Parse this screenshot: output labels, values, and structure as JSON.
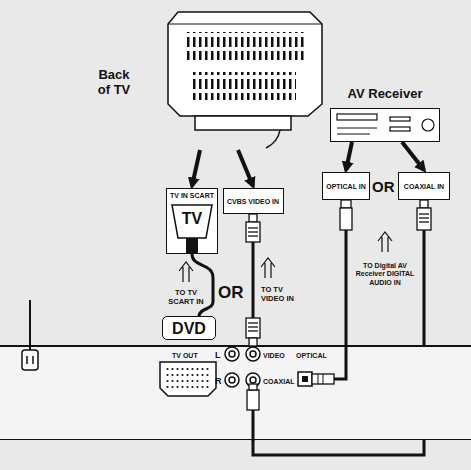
{
  "diagram": {
    "nodes": [
      {
        "text": [
          "Back of TV"
        ]
      },
      {
        "text": [
          "AV Receiver"
        ]
      },
      {
        "text": [
          "TV IN SCART",
          "TV"
        ]
      },
      {
        "text": [
          "CVBS VIDEO IN"
        ]
      },
      {
        "text": [
          "OPTICAL IN"
        ]
      },
      {
        "text": [
          "COAXIAL IN"
        ]
      },
      {
        "text": [
          "DVD"
        ]
      },
      {
        "text": [
          "TV OUT",
          "L",
          "R",
          "VIDEO",
          "COAXIAL",
          "OPTICAL"
        ]
      }
    ],
    "edges": [
      {
        "from": 0,
        "to": 2,
        "arrow": "to"
      },
      {
        "from": 0,
        "to": 3,
        "arrow": "to"
      },
      {
        "from": 1,
        "to": 4,
        "arrow": "to"
      },
      {
        "from": 1,
        "to": 5,
        "arrow": "to"
      },
      {
        "from": 2,
        "to": 6,
        "arrow": "none"
      },
      {
        "from": 3,
        "to": 7,
        "arrow": "none"
      },
      {
        "from": 4,
        "to": 7,
        "arrow": "none"
      },
      {
        "from": 5,
        "to": 7,
        "arrow": "none"
      }
    ],
    "labels": [
      "TO TV SCART IN",
      "OR",
      "TO TV VIDEO IN",
      "OR",
      "TO Digital AV Receiver DIGITAL AUDIO IN"
    ]
  }
}
